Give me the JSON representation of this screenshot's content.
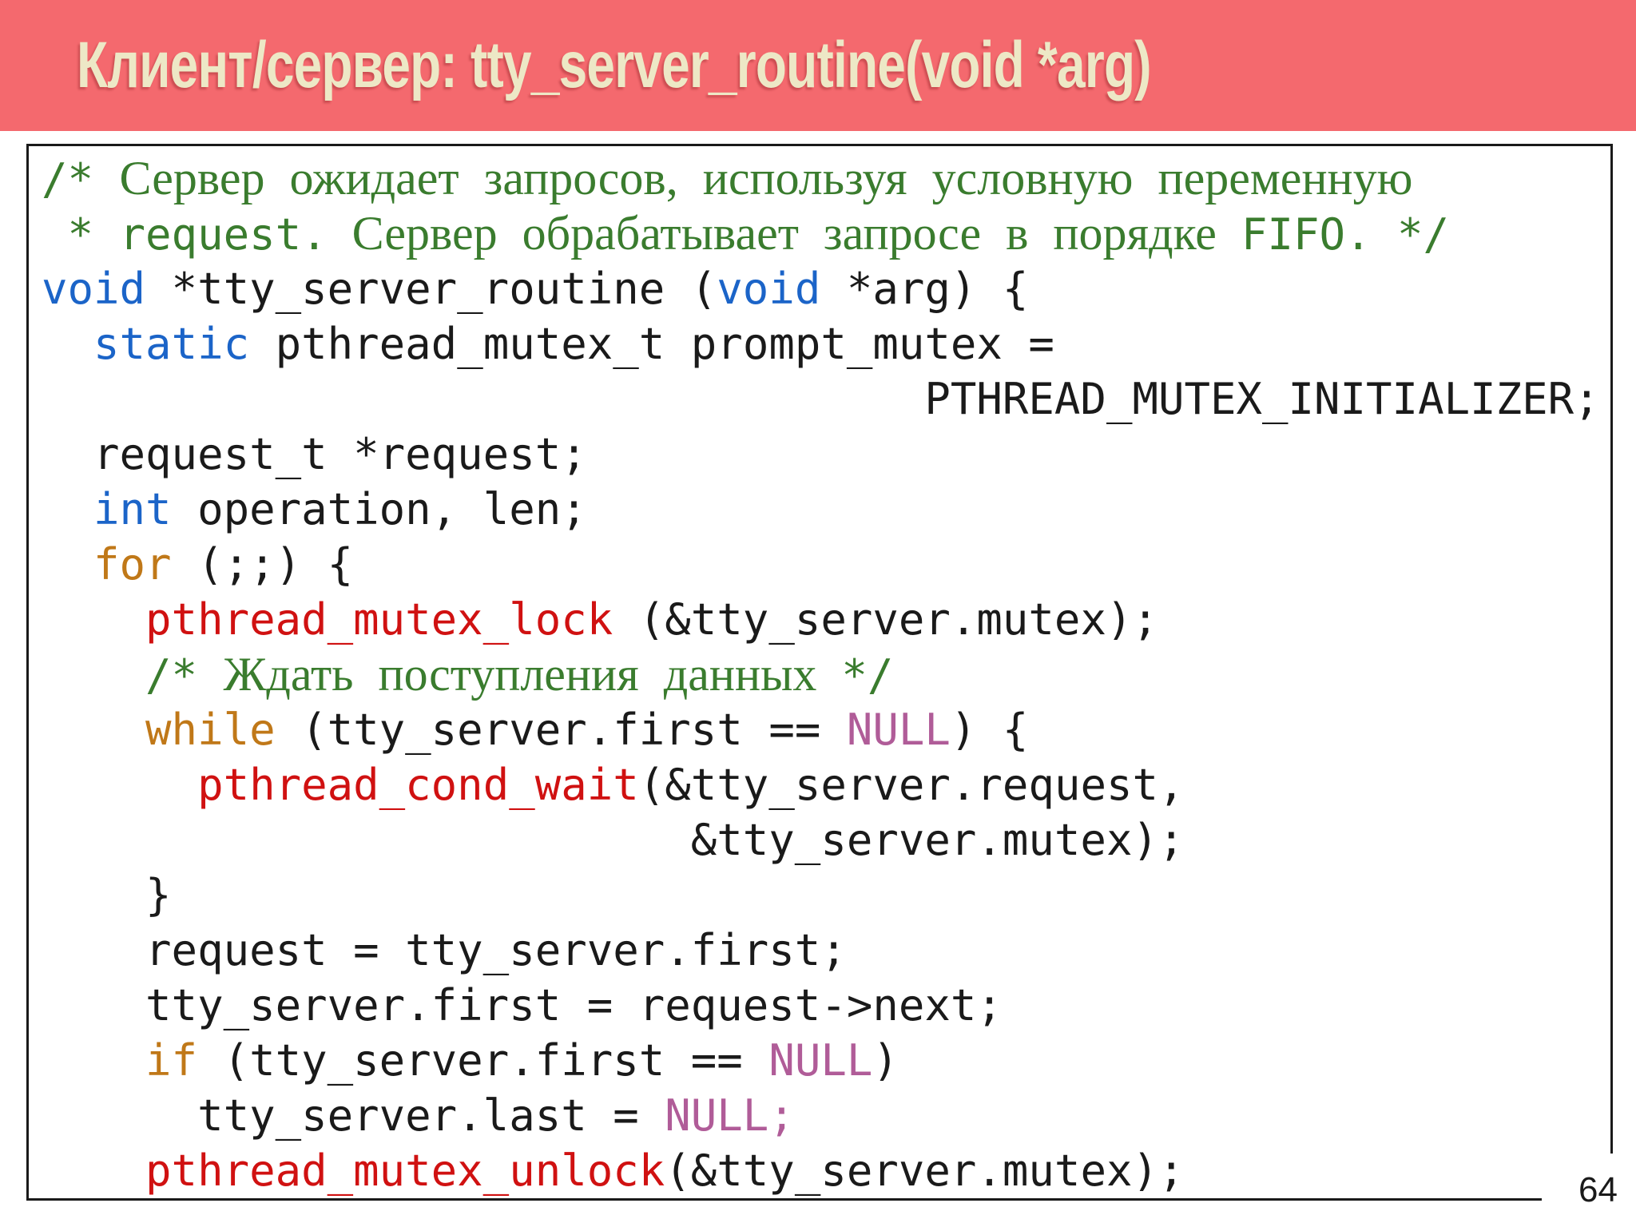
{
  "slide": {
    "title": "Клиент/сервер: tty_server_routine(void *arg)",
    "page_number": "64"
  },
  "colors": {
    "header_bg": "#f4696e",
    "title_text": "#ede8c6",
    "box_border": "#1a1a1a",
    "code_black": "#1a1a1a",
    "comment_green": "#3a7c2e",
    "keyword_blue": "#1b64c8",
    "flow_orange": "#c07818",
    "function_red": "#d01111",
    "null_mauve": "#b05c98"
  },
  "code": {
    "lines": [
      [
        {
          "t": "/* ",
          "c": "m"
        },
        {
          "t": "Сервер ожидает запросов, используя условную переменную",
          "c": "s"
        }
      ],
      [
        {
          "t": " * request.",
          "c": "m"
        },
        {
          "t": " Сервер обрабатывает запросе в порядке ",
          "c": "s"
        },
        {
          "t": "FIFO. */",
          "c": "m"
        }
      ],
      [
        {
          "t": "void",
          "c": "k"
        },
        {
          "t": " *tty_server_routine (",
          "c": "p"
        },
        {
          "t": "void",
          "c": "k"
        },
        {
          "t": " *arg) {",
          "c": "p"
        }
      ],
      [
        {
          "t": "  ",
          "c": "p"
        },
        {
          "t": "static",
          "c": "k"
        },
        {
          "t": " pthread_mutex_t prompt_mutex =",
          "c": "p"
        }
      ],
      [
        {
          "t": "                                  PTHREAD_MUTEX_INITIALIZER;",
          "c": "p"
        }
      ],
      [
        {
          "t": "  request_t *request;",
          "c": "p"
        }
      ],
      [
        {
          "t": "  ",
          "c": "p"
        },
        {
          "t": "int",
          "c": "k"
        },
        {
          "t": " operation, len;",
          "c": "p"
        }
      ],
      [
        {
          "t": "  ",
          "c": "p"
        },
        {
          "t": "for",
          "c": "f"
        },
        {
          "t": " (;;) {",
          "c": "p"
        }
      ],
      [
        {
          "t": "    ",
          "c": "p"
        },
        {
          "t": "pthread_mutex_lock",
          "c": "r"
        },
        {
          "t": " (&tty_server.mutex);",
          "c": "p"
        }
      ],
      [
        {
          "t": "    ",
          "c": "p"
        },
        {
          "t": "/* ",
          "c": "m"
        },
        {
          "t": "Ждать поступления данных ",
          "c": "s"
        },
        {
          "t": "*/",
          "c": "m"
        }
      ],
      [
        {
          "t": "    ",
          "c": "p"
        },
        {
          "t": "while",
          "c": "f"
        },
        {
          "t": " (tty_server.first == ",
          "c": "p"
        },
        {
          "t": "NULL",
          "c": "n"
        },
        {
          "t": ") {",
          "c": "p"
        }
      ],
      [
        {
          "t": "      ",
          "c": "p"
        },
        {
          "t": "pthread_cond_wait",
          "c": "r"
        },
        {
          "t": "(&tty_server.request,",
          "c": "p"
        }
      ],
      [
        {
          "t": "                         &tty_server.mutex);",
          "c": "p"
        }
      ],
      [
        {
          "t": "    }",
          "c": "p"
        }
      ],
      [
        {
          "t": "    request = tty_server.first;",
          "c": "p"
        }
      ],
      [
        {
          "t": "    tty_server.first = request->next;",
          "c": "p"
        }
      ],
      [
        {
          "t": "    ",
          "c": "p"
        },
        {
          "t": "if",
          "c": "f"
        },
        {
          "t": " (tty_server.first == ",
          "c": "p"
        },
        {
          "t": "NULL",
          "c": "n"
        },
        {
          "t": ")",
          "c": "p"
        }
      ],
      [
        {
          "t": "      tty_server.last = ",
          "c": "p"
        },
        {
          "t": "NULL;",
          "c": "n"
        }
      ],
      [
        {
          "t": "    ",
          "c": "p"
        },
        {
          "t": "pthread_mutex_unlock",
          "c": "r"
        },
        {
          "t": "(&tty_server.mutex);",
          "c": "p"
        }
      ]
    ]
  }
}
